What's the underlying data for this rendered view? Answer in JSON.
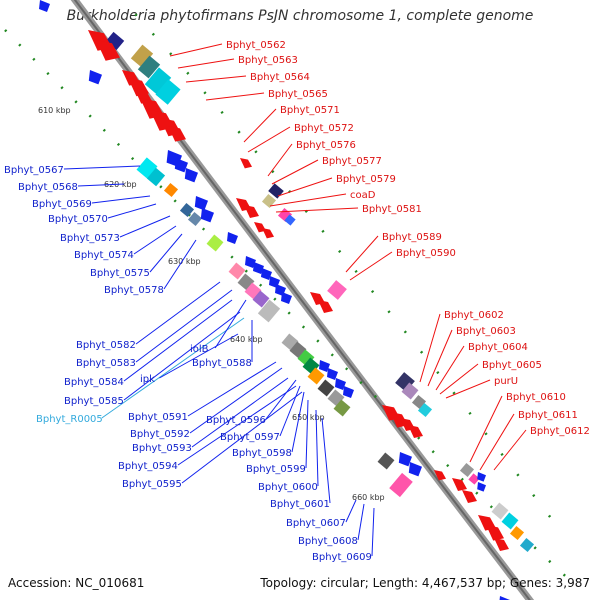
{
  "title": "Burkholderia phytofirmans PsJN chromosome 1, complete genome",
  "footer": {
    "accession": "Accession: NC_010681",
    "summary": "Topology: circular; Length: 4,467,537 bp; Genes: 3,987"
  },
  "colors": {
    "forward": "#ee1111",
    "reverse": "#1122ee",
    "rna": "#33aadd",
    "backbone": "#999999",
    "gc_dots": "#118811"
  },
  "scale_labels": [
    "610 kbp",
    "620 kbp",
    "630 kbp",
    "640 kbp",
    "650 kbp",
    "660 kbp"
  ],
  "forward_labels": [
    "Bphyt_0562",
    "Bphyt_0563",
    "Bphyt_0564",
    "Bphyt_0565",
    "Bphyt_0571",
    "Bphyt_0572",
    "Bphyt_0576",
    "Bphyt_0577",
    "Bphyt_0579",
    "coaD",
    "Bphyt_0581",
    "Bphyt_0589",
    "Bphyt_0590",
    "Bphyt_0602",
    "Bphyt_0603",
    "Bphyt_0604",
    "Bphyt_0605",
    "purU",
    "Bphyt_0610",
    "Bphyt_0611",
    "Bphyt_0612"
  ],
  "reverse_labels": [
    "Bphyt_0567",
    "Bphyt_0568",
    "Bphyt_0569",
    "Bphyt_0570",
    "Bphyt_0573",
    "Bphyt_0574",
    "Bphyt_0575",
    "Bphyt_0578",
    "Bphyt_0582",
    "Bphyt_0583",
    "Bphyt_0584",
    "Bphyt_0585",
    "Bphyt_R0005",
    "iolB",
    "Bphyt_0588",
    "ipk",
    "Bphyt_0591",
    "Bphyt_0592",
    "Bphyt_0593",
    "Bphyt_0594",
    "Bphyt_0595",
    "Bphyt_0596",
    "Bphyt_0597",
    "Bphyt_0598",
    "Bphyt_0599",
    "Bphyt_0600",
    "Bphyt_0601",
    "Bphyt_0607",
    "Bphyt_0608",
    "Bphyt_0609"
  ]
}
